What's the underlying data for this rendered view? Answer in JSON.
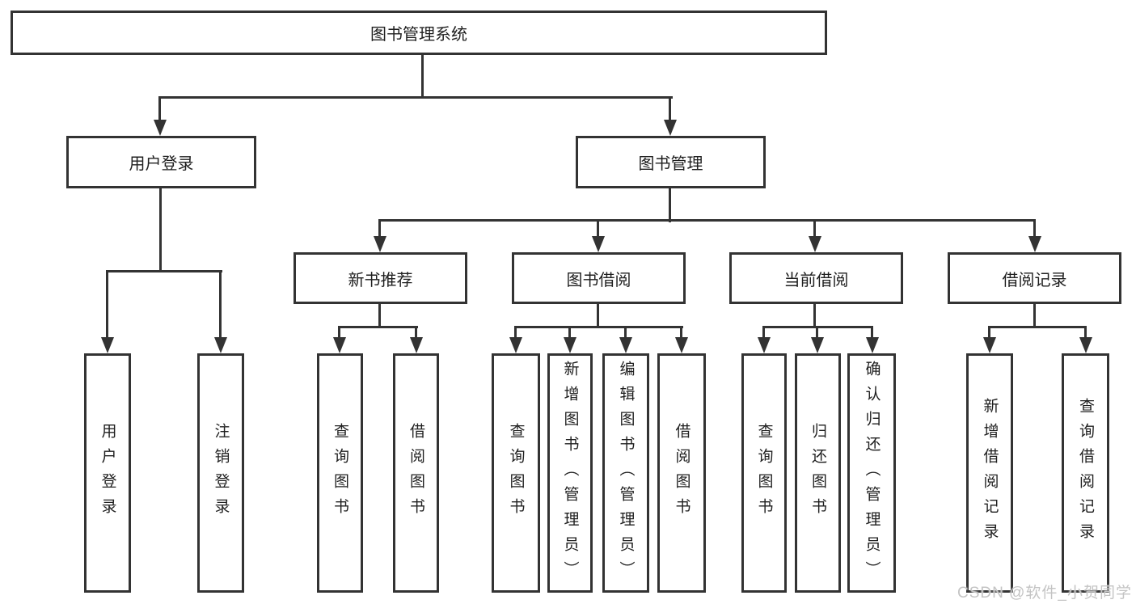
{
  "diagram": {
    "root": {
      "label": "图书管理系统"
    },
    "branches": [
      {
        "label": "用户登录",
        "children": [
          {
            "label": "用户登录"
          },
          {
            "label": "注销登录"
          }
        ]
      },
      {
        "label": "图书管理",
        "children": [
          {
            "label": "新书推荐",
            "children": [
              {
                "label": "查询图书"
              },
              {
                "label": "借阅图书"
              }
            ]
          },
          {
            "label": "图书借阅",
            "children": [
              {
                "label": "查询图书"
              },
              {
                "label": "新增图书（管理员）"
              },
              {
                "label": "编辑图书（管理员）"
              },
              {
                "label": "借阅图书"
              }
            ]
          },
          {
            "label": "当前借阅",
            "children": [
              {
                "label": "查询图书"
              },
              {
                "label": "归还图书"
              },
              {
                "label": "确认归还（管理员）"
              }
            ]
          },
          {
            "label": "借阅记录",
            "children": [
              {
                "label": "新增借阅记录"
              },
              {
                "label": "查询借阅记录"
              }
            ]
          }
        ]
      }
    ]
  },
  "watermark": {
    "text": "CSDN @软件_小贺同学"
  },
  "colors": {
    "line": "#333333",
    "text": "#1f1f1f",
    "background": "#ffffff",
    "watermark": "#c4c4c4"
  }
}
